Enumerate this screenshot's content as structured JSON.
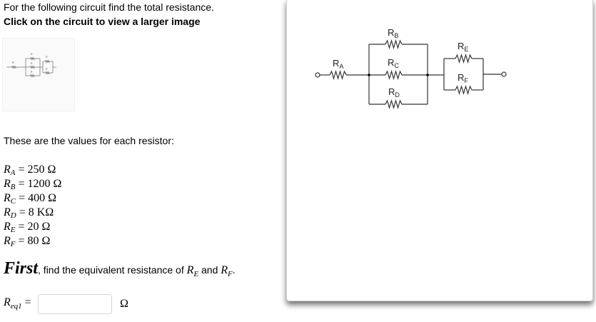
{
  "question": {
    "prompt": "For the following circuit find the total resistance.",
    "click_instruction": "Click on the circuit to view a larger image",
    "values_intro": "These are the values for each resistor:"
  },
  "resistors": [
    {
      "letter": "R",
      "sub": "A",
      "value": "= 250 Ω"
    },
    {
      "letter": "R",
      "sub": "B",
      "value": "= 1200 Ω"
    },
    {
      "letter": "R",
      "sub": "C",
      "value": "= 400 Ω"
    },
    {
      "letter": "R",
      "sub": "D",
      "value": "= 8 KΩ"
    },
    {
      "letter": "R",
      "sub": "E",
      "value": "= 20 Ω"
    },
    {
      "letter": "R",
      "sub": "F",
      "value": "= 80 Ω"
    }
  ],
  "step": {
    "emphasis": "First",
    "text_prefix": ", find the equivalent resistance of ",
    "r1": {
      "letter": "R",
      "sub": "E"
    },
    "conj": " and ",
    "r2": {
      "letter": "R",
      "sub": "F"
    },
    "end": "."
  },
  "answer": {
    "label_letter": "R",
    "label_sub": "eq1",
    "equals": "=",
    "value": "",
    "unit": "Ω"
  },
  "circuit_labels": {
    "a_main": "R",
    "a_sub": "A",
    "b_main": "R",
    "b_sub": "B",
    "c_main": "R",
    "c_sub": "C",
    "d_main": "R",
    "d_sub": "D",
    "e_main": "R",
    "e_sub": "E",
    "f_main": "R",
    "f_sub": "F"
  }
}
